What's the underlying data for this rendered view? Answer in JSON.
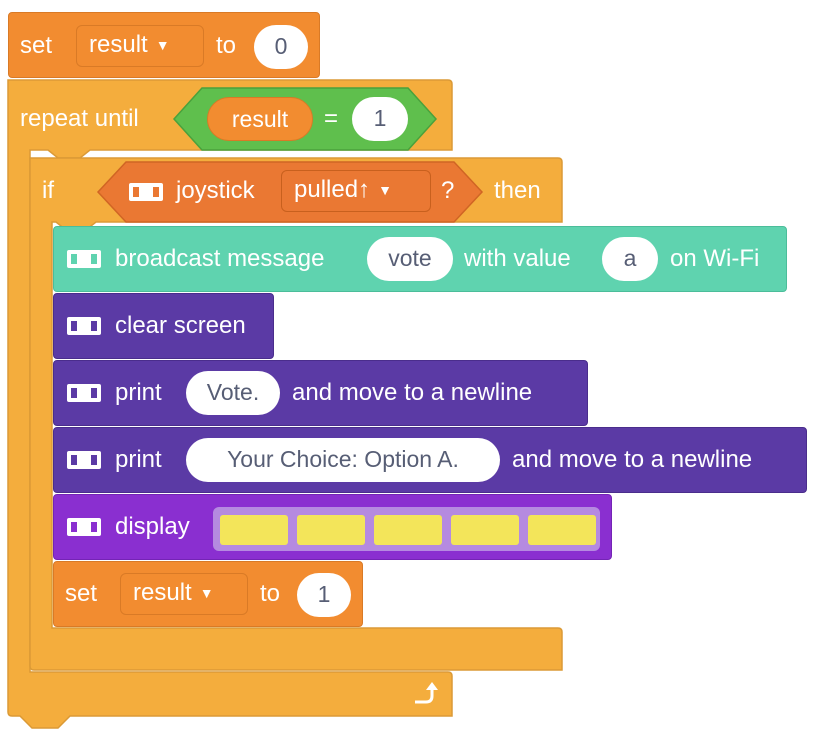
{
  "set_block_1": {
    "keyword": "set",
    "variable": "result",
    "to": "to",
    "value": "0"
  },
  "repeat_block": {
    "keyword": "repeat until",
    "condition": {
      "left": "result",
      "operator": "=",
      "right": "1"
    }
  },
  "if_block": {
    "keyword": "if",
    "sensor": "joystick",
    "state": "pulled↑",
    "question": "?",
    "then": "then"
  },
  "broadcast_block": {
    "prefix": "broadcast message",
    "message": "vote",
    "middle": "with value",
    "value": "a",
    "suffix": "on Wi-Fi"
  },
  "clear_block": {
    "label": "clear screen"
  },
  "print_block_1": {
    "prefix": "print",
    "text": "Vote.",
    "suffix": "and move to a newline"
  },
  "print_block_2": {
    "prefix": "print",
    "text": "Your Choice: Option A.",
    "suffix": "and move to a newline"
  },
  "display_block": {
    "label": "display",
    "cell_count": 5,
    "cell_color": "#f3e55a"
  },
  "set_block_2": {
    "keyword": "set",
    "variable": "result",
    "to": "to",
    "value": "1"
  },
  "icons": {
    "dropdown": "dropdown-triangle-icon",
    "device": "device-extension-icon",
    "loop": "loop-arrow-icon"
  },
  "colors": {
    "control": "#f4ad3d",
    "variables": "#f28c30",
    "sensing": "#ea7833",
    "wifi": "#5fd3af",
    "display": "#5b3aa5",
    "led_matrix": "#8a2fd0"
  }
}
